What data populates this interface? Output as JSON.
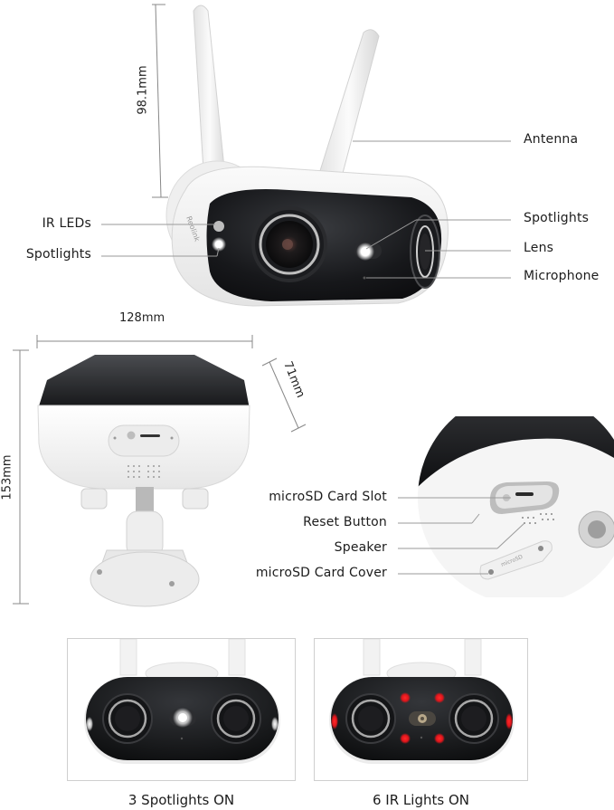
{
  "top_view": {
    "dimension_height": "98.1mm",
    "brand_mark": "Reolink",
    "labels_left": [
      {
        "id": "ir-leds",
        "text": "IR LEDs"
      },
      {
        "id": "spotlights-left",
        "text": "Spotlights"
      }
    ],
    "labels_right": [
      {
        "id": "antenna",
        "text": "Antenna"
      },
      {
        "id": "spotlights-right",
        "text": "Spotlights"
      },
      {
        "id": "lens",
        "text": "Lens"
      },
      {
        "id": "microphone",
        "text": "Microphone"
      }
    ]
  },
  "back_view": {
    "dimension_width": "128mm",
    "dimension_height": "153mm",
    "dimension_depth": "71mm"
  },
  "detail_view": {
    "labels": [
      {
        "id": "microsd-card-slot",
        "text": "microSD Card Slot"
      },
      {
        "id": "reset-button",
        "text": "Reset Button"
      },
      {
        "id": "speaker",
        "text": "Speaker"
      },
      {
        "id": "microsd-card-cover",
        "text": "microSD Card Cover"
      }
    ],
    "cover_print": "microSD"
  },
  "modes": [
    {
      "id": "spotlights-mode",
      "caption": "3 Spotlights ON",
      "light_color": "#ffffff"
    },
    {
      "id": "ir-mode",
      "caption": "6 IR Lights ON",
      "light_color": "#e0151b"
    }
  ],
  "colors": {
    "body_white": "#f4f4f4",
    "face_black": "#111214",
    "leader_line": "#9a9a9a",
    "ir_red": "#e0151b"
  }
}
